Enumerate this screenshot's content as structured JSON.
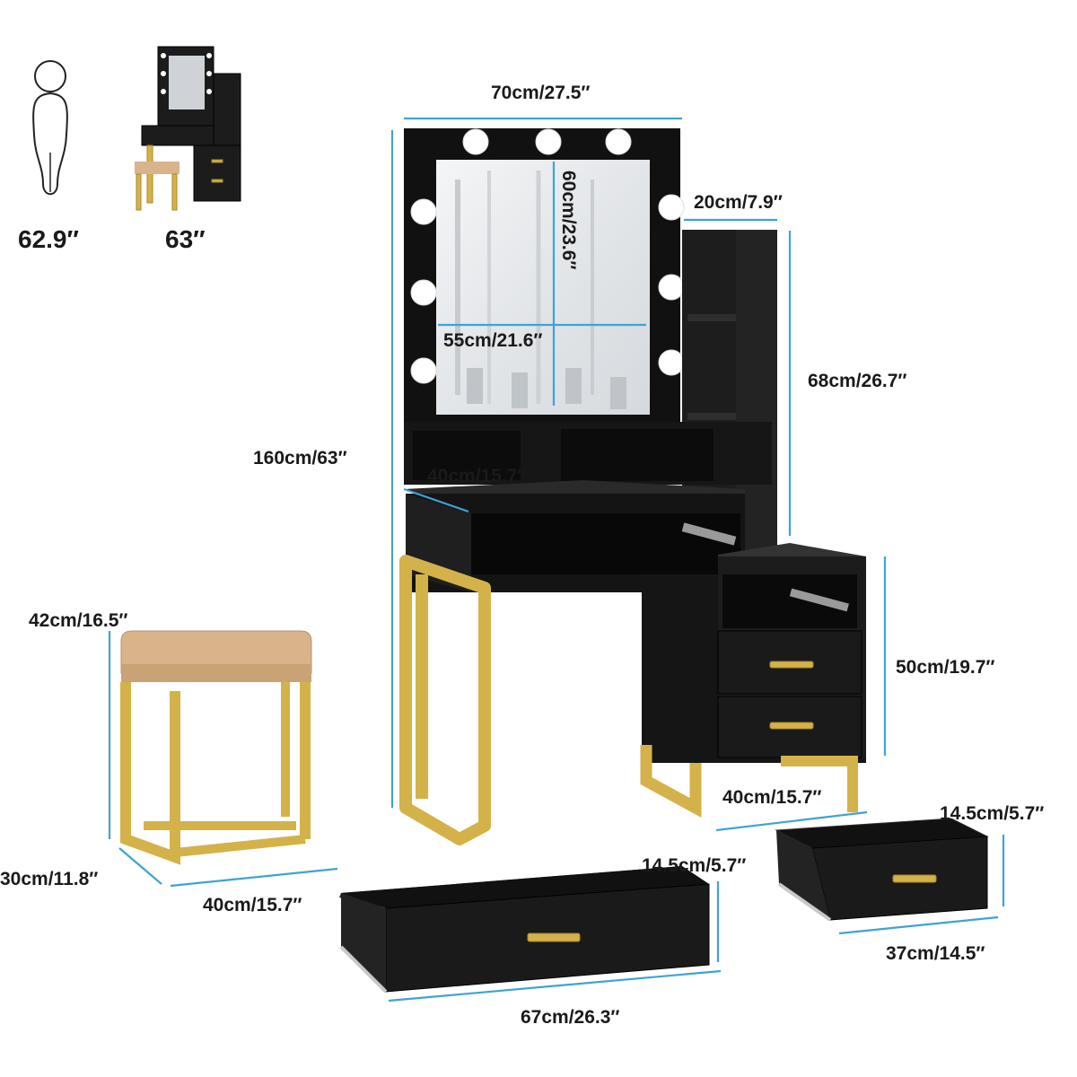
{
  "scale_reference": {
    "person_height": "62.9″",
    "vanity_height": "63″"
  },
  "dimensions": {
    "total_width": "70cm/27.5″",
    "mirror_height": "60cm/23.6″",
    "shelf_depth": "20cm/7.9″",
    "mirror_width": "55cm/21.6″",
    "shelf_height": "68cm/26.7″",
    "total_height": "160cm/63″",
    "desk_depth": "40cm/15.7″",
    "cabinet_height": "50cm/19.7″",
    "cabinet_width": "40cm/15.7″",
    "stool_height": "42cm/16.5″",
    "stool_depth": "30cm/11.8″",
    "stool_width": "40cm/15.7″",
    "large_drawer_height": "14.5cm/5.7″",
    "large_drawer_width": "67cm/26.3″",
    "small_drawer_height": "14.5cm/5.7″",
    "small_drawer_width": "37cm/14.5″"
  },
  "colors": {
    "dimension_line": "#3ea3d6",
    "wood": "#1c1c1c",
    "metal": "#d4b24a",
    "cushion": "#d9b48a"
  }
}
